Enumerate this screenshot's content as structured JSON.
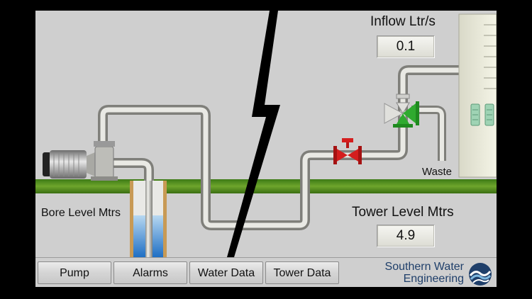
{
  "labels": {
    "bore_level": "Bore Level Mtrs",
    "tower_level": "Tower Level Mtrs",
    "inflow": "Inflow Ltr/s",
    "waste": "Waste"
  },
  "readouts": {
    "inflow_value": "0.1",
    "tower_level_value": "4.9"
  },
  "nav": {
    "pump": "Pump",
    "alarms": "Alarms",
    "water_data": "Water Data",
    "tower_data": "Tower Data"
  },
  "brand": {
    "line1": "Southern Water",
    "line2": "Engineering"
  },
  "icons": {
    "pump": "pump-motor-icon",
    "valve_red": "gate-valve-icon",
    "valve_green": "three-way-valve-icon",
    "logo": "wave-logo-icon"
  },
  "colors": {
    "background": "#cfcfcf",
    "pipe": "#b7b7b2",
    "grass": "#4e8a1e",
    "water": "#2f86d6",
    "valve_closed": "#d41e1e",
    "valve_open": "#2faa2f",
    "brand_text": "#1f3f6a"
  },
  "levels": {
    "bore_water_fraction": 0.55
  }
}
